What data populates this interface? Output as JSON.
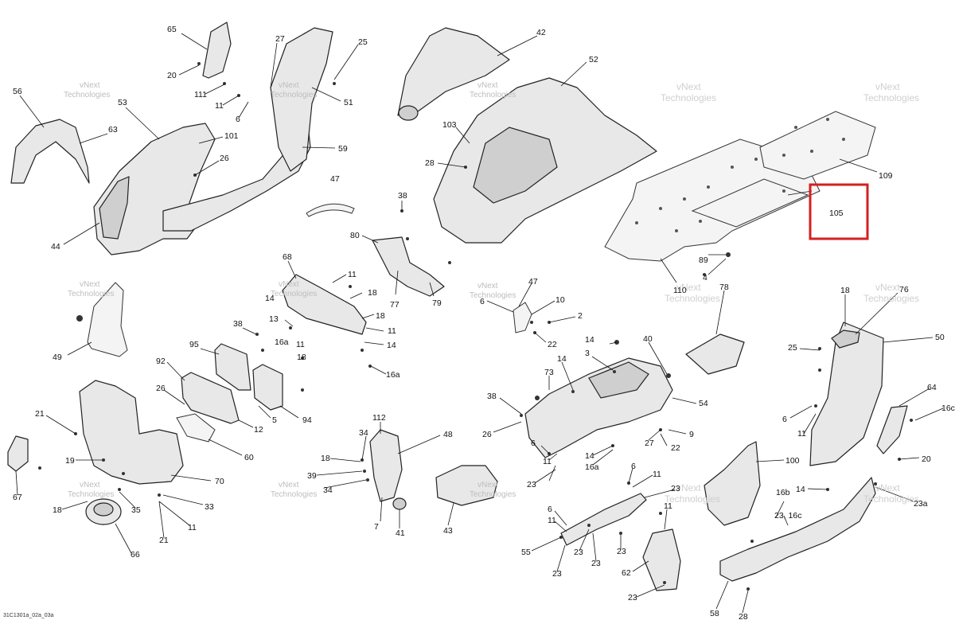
{
  "diagram": {
    "reference_code": "31C1301a_02a_03a",
    "watermark_line1": "vNext",
    "watermark_line2": "Technologies",
    "highlighted_callout": "105",
    "callouts": [
      {
        "id": "c65",
        "label": "65"
      },
      {
        "id": "c20a",
        "label": "20"
      },
      {
        "id": "c111",
        "label": "111"
      },
      {
        "id": "c11a",
        "label": "11"
      },
      {
        "id": "c6a",
        "label": "6"
      },
      {
        "id": "c27a",
        "label": "27"
      },
      {
        "id": "c25a",
        "label": "25"
      },
      {
        "id": "c51",
        "label": "51"
      },
      {
        "id": "c56",
        "label": "56"
      },
      {
        "id": "c53",
        "label": "53"
      },
      {
        "id": "c63",
        "label": "63"
      },
      {
        "id": "c101",
        "label": "101"
      },
      {
        "id": "c26a",
        "label": "26"
      },
      {
        "id": "c59",
        "label": "59"
      },
      {
        "id": "c44",
        "label": "44"
      },
      {
        "id": "c47a",
        "label": "47"
      },
      {
        "id": "c42",
        "label": "42"
      },
      {
        "id": "c52",
        "label": "52"
      },
      {
        "id": "c103",
        "label": "103"
      },
      {
        "id": "c28a",
        "label": "28"
      },
      {
        "id": "c38a",
        "label": "38"
      },
      {
        "id": "c80",
        "label": "80"
      },
      {
        "id": "c77",
        "label": "77"
      },
      {
        "id": "c79",
        "label": "79"
      },
      {
        "id": "c109",
        "label": "109"
      },
      {
        "id": "c105",
        "label": "105"
      },
      {
        "id": "c89",
        "label": "89"
      },
      {
        "id": "c4",
        "label": "4"
      },
      {
        "id": "c110",
        "label": "110"
      },
      {
        "id": "c68",
        "label": "68"
      },
      {
        "id": "c11b",
        "label": "11"
      },
      {
        "id": "c14a",
        "label": "14"
      },
      {
        "id": "c18a",
        "label": "18"
      },
      {
        "id": "c13",
        "label": "13"
      },
      {
        "id": "c18b",
        "label": "18"
      },
      {
        "id": "c11c",
        "label": "11"
      },
      {
        "id": "c16a1",
        "label": "16a"
      },
      {
        "id": "c11d",
        "label": "11"
      },
      {
        "id": "c14b",
        "label": "14"
      },
      {
        "id": "c18c",
        "label": "18"
      },
      {
        "id": "c16a2",
        "label": "16a"
      },
      {
        "id": "c49",
        "label": "49"
      },
      {
        "id": "c38b",
        "label": "38"
      },
      {
        "id": "c95",
        "label": "95"
      },
      {
        "id": "c92",
        "label": "92"
      },
      {
        "id": "c26b",
        "label": "26"
      },
      {
        "id": "c94",
        "label": "94"
      },
      {
        "id": "c5",
        "label": "5"
      },
      {
        "id": "c12",
        "label": "12"
      },
      {
        "id": "c21a",
        "label": "21"
      },
      {
        "id": "c19",
        "label": "19"
      },
      {
        "id": "c60",
        "label": "60"
      },
      {
        "id": "c70",
        "label": "70"
      },
      {
        "id": "c67",
        "label": "67"
      },
      {
        "id": "c18d",
        "label": "18"
      },
      {
        "id": "c35",
        "label": "35"
      },
      {
        "id": "c33",
        "label": "33"
      },
      {
        "id": "c11e",
        "label": "11"
      },
      {
        "id": "c21b",
        "label": "21"
      },
      {
        "id": "c66",
        "label": "66"
      },
      {
        "id": "c47b",
        "label": "47"
      },
      {
        "id": "c6b",
        "label": "6"
      },
      {
        "id": "c10",
        "label": "10"
      },
      {
        "id": "c2",
        "label": "2"
      },
      {
        "id": "c22a",
        "label": "22"
      },
      {
        "id": "c78",
        "label": "78"
      },
      {
        "id": "c18e",
        "label": "18"
      },
      {
        "id": "c76",
        "label": "76"
      },
      {
        "id": "c14c",
        "label": "14"
      },
      {
        "id": "c40",
        "label": "40"
      },
      {
        "id": "c3",
        "label": "3"
      },
      {
        "id": "c14d",
        "label": "14"
      },
      {
        "id": "c73",
        "label": "73"
      },
      {
        "id": "c38c",
        "label": "38"
      },
      {
        "id": "c26c",
        "label": "26"
      },
      {
        "id": "c54",
        "label": "54"
      },
      {
        "id": "c6c",
        "label": "6"
      },
      {
        "id": "c27b",
        "label": "27"
      },
      {
        "id": "c9",
        "label": "9"
      },
      {
        "id": "c22b",
        "label": "22"
      },
      {
        "id": "c11f",
        "label": "11"
      },
      {
        "id": "c14e",
        "label": "14"
      },
      {
        "id": "c16a3",
        "label": "16a"
      },
      {
        "id": "c23a",
        "label": "23"
      },
      {
        "id": "c25b",
        "label": "25"
      },
      {
        "id": "c50",
        "label": "50"
      },
      {
        "id": "c64",
        "label": "64"
      },
      {
        "id": "c16c1",
        "label": "16c"
      },
      {
        "id": "c6d",
        "label": "6"
      },
      {
        "id": "c11g",
        "label": "11"
      },
      {
        "id": "c20b",
        "label": "20"
      },
      {
        "id": "c112",
        "label": "112"
      },
      {
        "id": "c48",
        "label": "48"
      },
      {
        "id": "c34a",
        "label": "34"
      },
      {
        "id": "c18f",
        "label": "18"
      },
      {
        "id": "c39",
        "label": "39"
      },
      {
        "id": "c34b",
        "label": "34"
      },
      {
        "id": "c7",
        "label": "7"
      },
      {
        "id": "c41",
        "label": "41"
      },
      {
        "id": "c43",
        "label": "43"
      },
      {
        "id": "c6e",
        "label": "6"
      },
      {
        "id": "c11h",
        "label": "11"
      },
      {
        "id": "c23b",
        "label": "23"
      },
      {
        "id": "c6f",
        "label": "6"
      },
      {
        "id": "c11i",
        "label": "11"
      },
      {
        "id": "c55",
        "label": "55"
      },
      {
        "id": "c23c",
        "label": "23"
      },
      {
        "id": "c23d",
        "label": "23"
      },
      {
        "id": "c23e",
        "label": "23"
      },
      {
        "id": "c23f",
        "label": "23"
      },
      {
        "id": "c11j",
        "label": "11"
      },
      {
        "id": "c62",
        "label": "62"
      },
      {
        "id": "c23g",
        "label": "23"
      },
      {
        "id": "c100",
        "label": "100"
      },
      {
        "id": "c14f",
        "label": "14"
      },
      {
        "id": "c16b",
        "label": "16b"
      },
      {
        "id": "c2316c",
        "label": "23, 16c"
      },
      {
        "id": "c23a2",
        "label": "23a"
      },
      {
        "id": "c58",
        "label": "58"
      },
      {
        "id": "c28b",
        "label": "28"
      }
    ]
  }
}
